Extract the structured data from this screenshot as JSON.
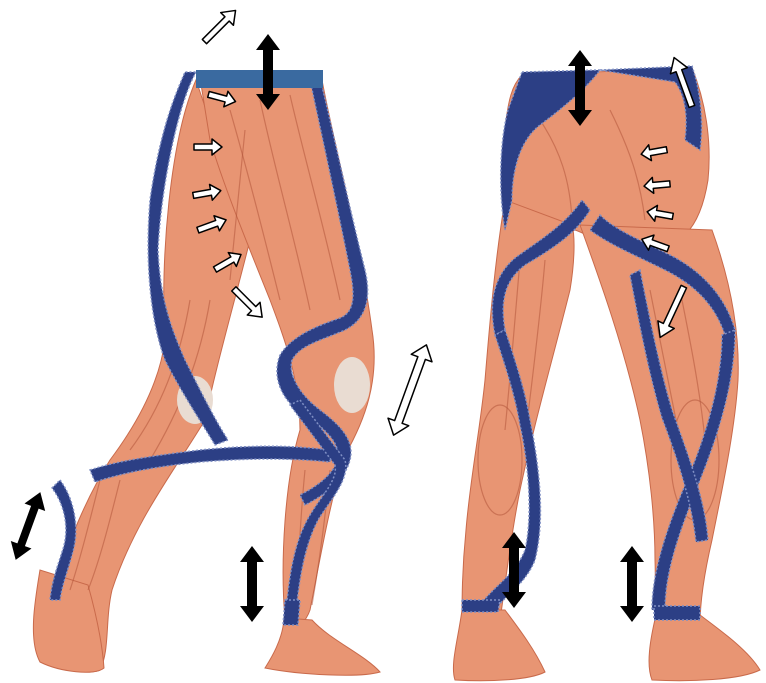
{
  "colors": {
    "background": "#ffffff",
    "skin": "#f2c3a8",
    "skin_shadow": "#e3a688",
    "muscle": "#e89573",
    "muscle_dark": "#c96a4b",
    "muscle_line": "#b3563a",
    "tendon": "#e9dcd2",
    "tape": "#2c3f85",
    "tape_edge": "#7f8fc4",
    "waistband_bar": "#3a6aa0",
    "arrow_black": "#000000",
    "arrow_white": "#ffffff"
  },
  "illustration": {
    "subject": "anatomical-legs-with-compression-tights",
    "views": [
      "front-side-view",
      "back-view"
    ]
  },
  "annotations": {
    "black_double_arrows": 6,
    "white_single_arrows": 13,
    "white_double_arrows": 1
  }
}
